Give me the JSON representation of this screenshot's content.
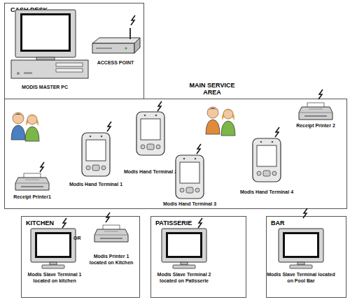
{
  "diagram": {
    "nodes": [
      {
        "text": [
          "CASH DESK"
        ]
      },
      {
        "text": [
          "MODIS MASTER PC"
        ],
        "in": 0
      },
      {
        "text": [
          "ACCESS POINT"
        ],
        "in": 0
      },
      {
        "text": [
          "MAIN SERVICE AREA"
        ]
      },
      {
        "text": [
          "Receipt Printer1"
        ],
        "in": 3
      },
      {
        "text": [
          "Modis Hand Terminal 1"
        ],
        "in": 3
      },
      {
        "text": [
          "Modis Hand Terminal 2"
        ],
        "in": 3
      },
      {
        "text": [
          "Modis Hand Terminal 3"
        ],
        "in": 3
      },
      {
        "text": [
          "Modis Hand Terminal 4"
        ],
        "in": 3
      },
      {
        "text": [
          "Receipt Printer 2"
        ],
        "in": 3
      },
      {
        "text": [
          "KITCHEN"
        ]
      },
      {
        "text": [
          "Modis Slave Terminal 1 located on kitchen"
        ],
        "in": 10
      },
      {
        "text": [
          "Modis Printer 1 located on Kitchen"
        ],
        "in": 10
      },
      {
        "text": [
          "PATISSERIE"
        ]
      },
      {
        "text": [
          "Modis Slave Terminal 2 located on Patisserie"
        ],
        "in": 13
      },
      {
        "text": [
          "BAR"
        ]
      },
      {
        "text": [
          "Modis Slave Terminal located on Pool Bar"
        ],
        "in": 15
      }
    ],
    "labels": [
      "OR"
    ]
  }
}
